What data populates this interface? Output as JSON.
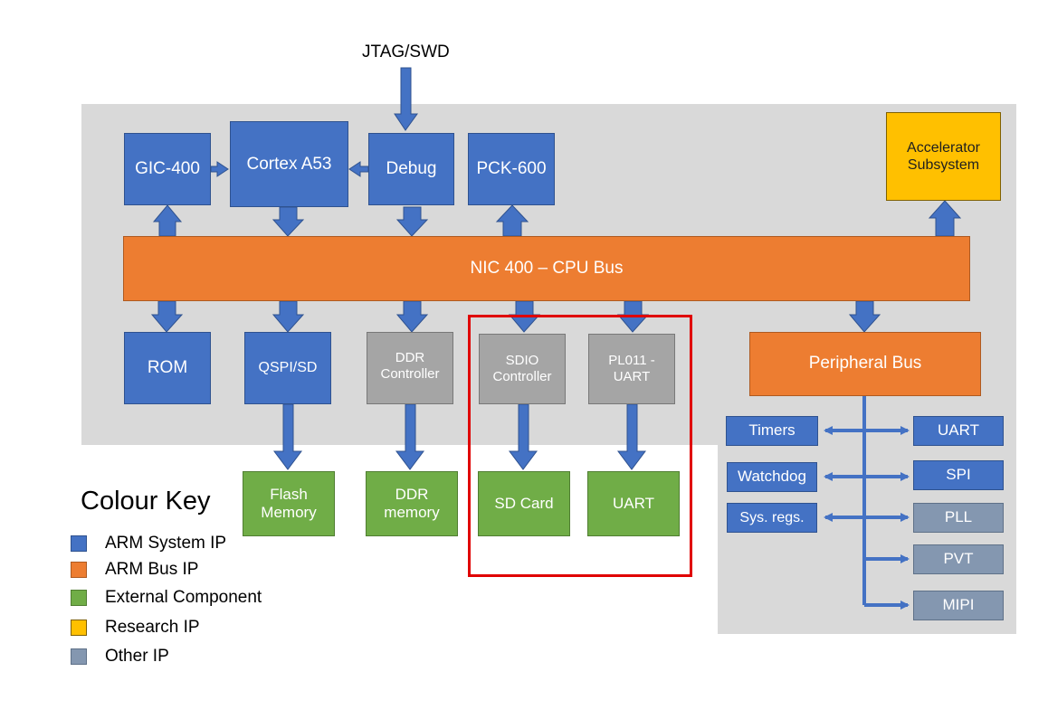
{
  "jtag_label": "JTAG/SWD",
  "colors": {
    "arm_system_ip": "#4472c4",
    "arm_bus_ip": "#ed7d31",
    "external_component": "#70ad47",
    "research_ip": "#ffc000",
    "other_ip": "#8497b0",
    "highlight": "#e00000"
  },
  "blocks": {
    "gic400": "GIC-400",
    "cortex_a53": "Cortex A53",
    "debug": "Debug",
    "pck600": "PCK-600",
    "accelerator": "Accelerator\nSubsystem",
    "nic400": "NIC 400 – CPU Bus",
    "rom": "ROM",
    "qspi_sd": "QSPI/SD",
    "ddr_controller": "DDR\nController",
    "sdio_controller": "SDIO\nController",
    "pl011_uart": "PL011 -\nUART",
    "peripheral_bus": "Peripheral Bus",
    "flash_memory": "Flash\nMemory",
    "ddr_memory": "DDR\nmemory",
    "sd_card": "SD Card",
    "uart_ext": "UART"
  },
  "peripherals": {
    "timers": "Timers",
    "watchdog": "Watchdog",
    "sys_regs": "Sys. regs.",
    "uart": "UART",
    "spi": "SPI",
    "pll": "PLL",
    "pvt": "PVT",
    "mipi": "MIPI"
  },
  "colour_key": {
    "title": "Colour Key",
    "items": [
      {
        "label": "ARM System IP",
        "color": "#4472c4"
      },
      {
        "label": "ARM Bus IP",
        "color": "#ed7d31"
      },
      {
        "label": "External Component",
        "color": "#70ad47"
      },
      {
        "label": "Research IP",
        "color": "#ffc000"
      },
      {
        "label": "Other IP",
        "color": "#8497b0"
      }
    ]
  }
}
